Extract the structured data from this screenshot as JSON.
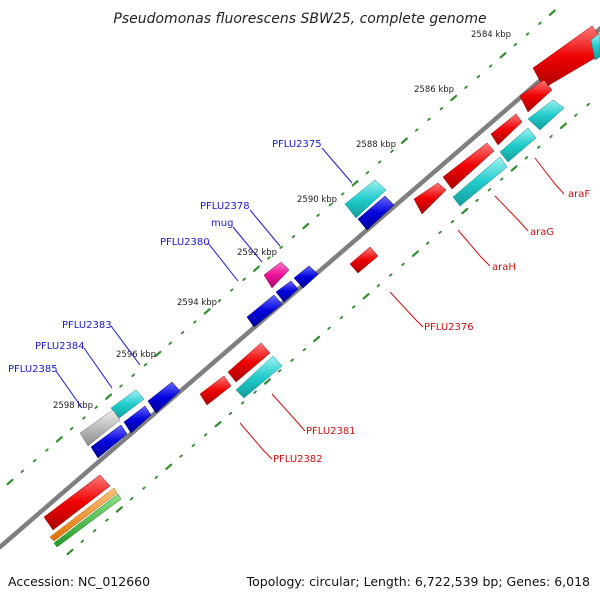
{
  "title": "Pseudomonas fluorescens SBW25, complete genome",
  "footer": {
    "accession": "Accession: NC_012660",
    "summary": "Topology: circular; Length: 6,722,539 bp; Genes: 6,018"
  },
  "colors": {
    "backbone": "#7f7f7f",
    "ticks": "#2e8b2e",
    "label_forward": "#1a1acc",
    "label_reverse": "#cc1111",
    "red": "#ee0000",
    "blue": "#0000dd",
    "cyan": "#22cccc",
    "magenta": "#ee1199",
    "grey": "#bbbbbb",
    "orange": "#ff8800",
    "green": "#33bb33"
  },
  "ticks": [
    {
      "label": "2584 kbp"
    },
    {
      "label": "2586 kbp"
    },
    {
      "label": "2588 kbp"
    },
    {
      "label": "2590 kbp"
    },
    {
      "label": "2592 kbp"
    },
    {
      "label": "2594 kbp"
    },
    {
      "label": "2596 kbp"
    },
    {
      "label": "2598 kbp"
    }
  ],
  "gene_labels": [
    {
      "text": "PFLU2375",
      "strand": "forward"
    },
    {
      "text": "PFLU2378",
      "strand": "forward"
    },
    {
      "text": "mug",
      "strand": "forward"
    },
    {
      "text": "PFLU2380",
      "strand": "forward"
    },
    {
      "text": "PFLU2383",
      "strand": "forward"
    },
    {
      "text": "PFLU2384",
      "strand": "forward"
    },
    {
      "text": "PFLU2385",
      "strand": "forward"
    },
    {
      "text": "araF",
      "strand": "reverse"
    },
    {
      "text": "araG",
      "strand": "reverse"
    },
    {
      "text": "araH",
      "strand": "reverse"
    },
    {
      "text": "PFLU2376",
      "strand": "reverse"
    },
    {
      "text": "PFLU2381",
      "strand": "reverse"
    },
    {
      "text": "PFLU2382",
      "strand": "reverse"
    }
  ]
}
